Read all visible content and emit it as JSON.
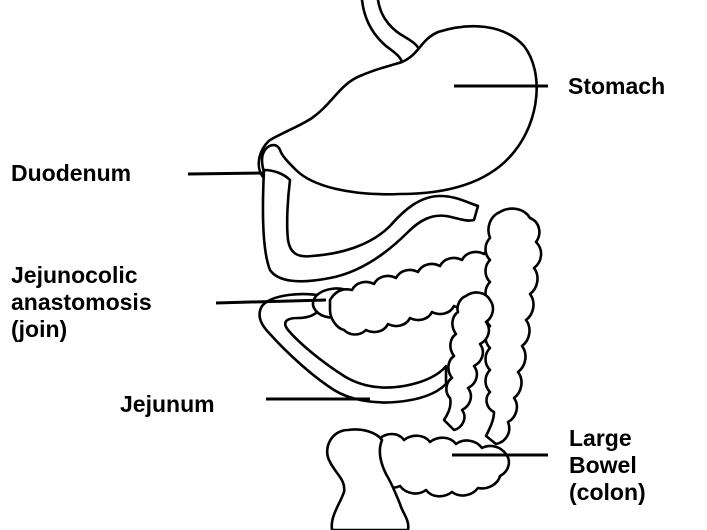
{
  "labels": {
    "stomach": "Stomach",
    "duodenum": "Duodenum",
    "jejunocolic": [
      "Jejunocolic",
      "anastomosis",
      "(join)"
    ],
    "jejunum": "Jejunum",
    "large_bowel": [
      "Large",
      "Bowel",
      "(colon)"
    ]
  },
  "colors": {
    "outline": "#000000",
    "background": "#ffffff",
    "text": "#000000"
  }
}
